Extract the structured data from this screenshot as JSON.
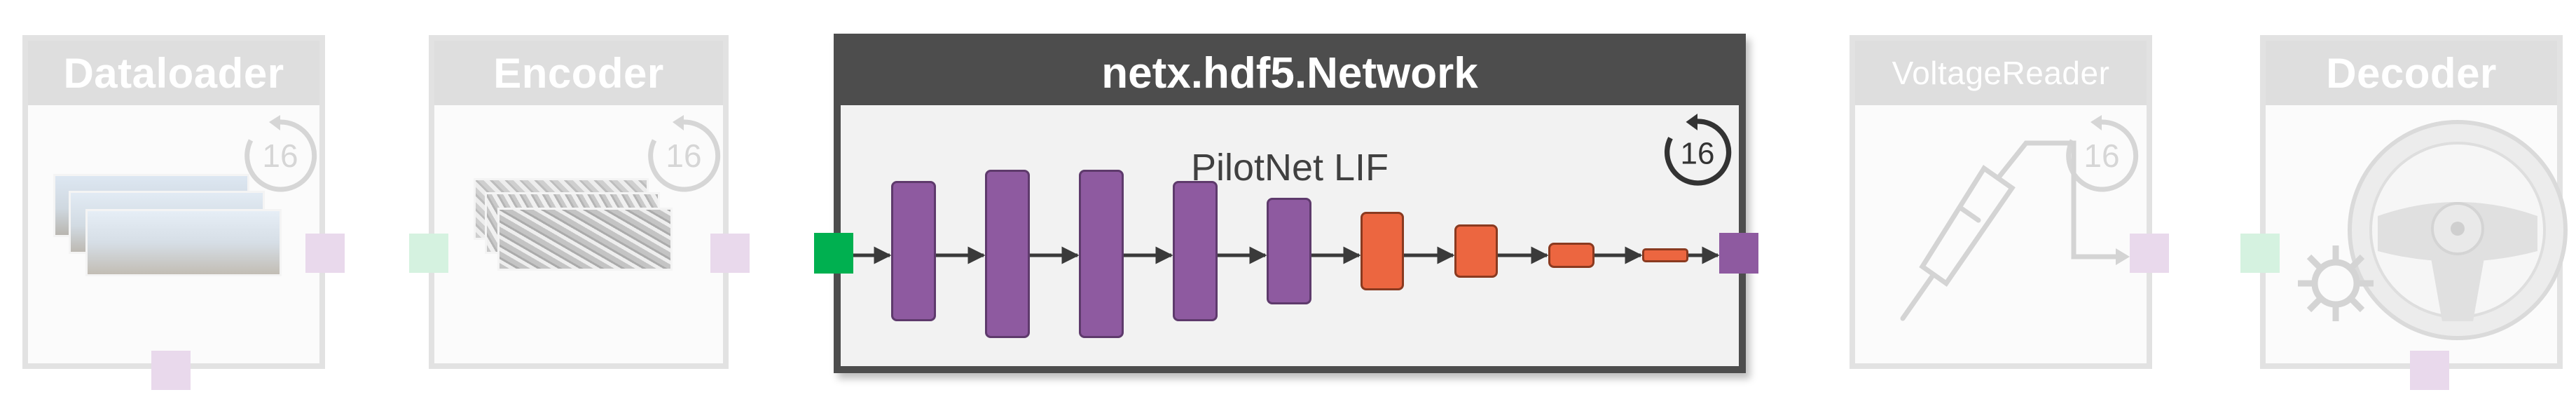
{
  "blocks": {
    "dataloader": {
      "title": "Dataloader",
      "loop_count": "16"
    },
    "encoder": {
      "title": "Encoder",
      "loop_count": "16"
    },
    "network": {
      "title": "netx.hdf5.Network",
      "subtitle": "PilotNet LIF",
      "loop_count": "16"
    },
    "voltage_reader": {
      "title": "VoltageReader",
      "loop_count": "16"
    },
    "decoder": {
      "title": "Decoder"
    }
  },
  "colors": {
    "network_header": "#4d4d4d",
    "input_port": "#00b050",
    "output_port": "#8e5aa0",
    "conv_layer": "#8e5aa0",
    "dense_layer": "#ec6640",
    "faded_input_port": "#d5f2e0",
    "faded_output_port": "#e9d9ec"
  },
  "network_layers": [
    {
      "kind": "conv",
      "icon": "purple-layer"
    },
    {
      "kind": "conv",
      "icon": "purple-layer"
    },
    {
      "kind": "conv",
      "icon": "purple-layer"
    },
    {
      "kind": "conv",
      "icon": "purple-layer"
    },
    {
      "kind": "conv",
      "icon": "purple-layer"
    },
    {
      "kind": "dense",
      "icon": "orange-layer"
    },
    {
      "kind": "dense",
      "icon": "orange-layer"
    },
    {
      "kind": "dense",
      "icon": "orange-layer"
    },
    {
      "kind": "dense",
      "icon": "orange-layer"
    }
  ]
}
